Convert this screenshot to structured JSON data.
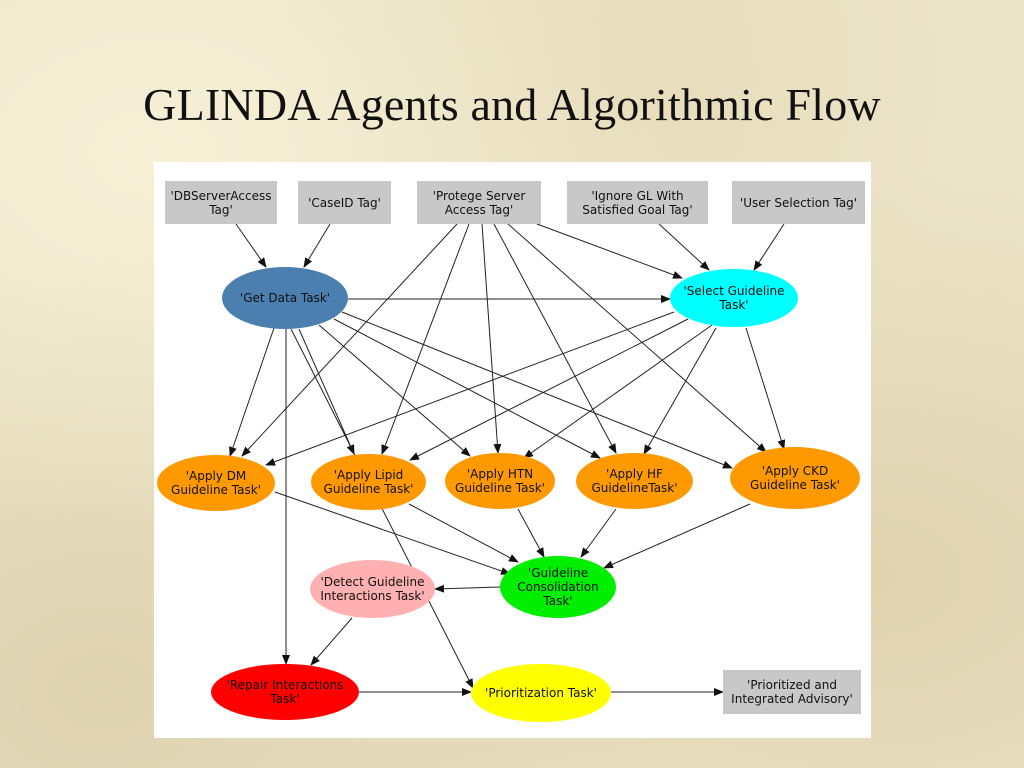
{
  "slide": {
    "title": "GLINDA Agents and Algorithmic Flow"
  },
  "nodes": {
    "dbserver_tag": {
      "label": "'DBServerAccess\nTag'",
      "color": "#c8c8c8"
    },
    "caseid_tag": {
      "label": "'CaseID Tag'",
      "color": "#c8c8c8"
    },
    "protege_tag": {
      "label": "'Protege Server\nAccess Tag'",
      "color": "#c8c8c8"
    },
    "ignore_gl_tag": {
      "label": "'Ignore GL With\nSatisfied Goal Tag'",
      "color": "#c8c8c8"
    },
    "user_selection_tag": {
      "label": "'User Selection Tag'",
      "color": "#c8c8c8"
    },
    "get_data": {
      "label": "'Get Data Task'",
      "color": "#4a7fb0"
    },
    "select_guideline": {
      "label": "'Select Guideline\nTask'",
      "color": "#00ffff"
    },
    "apply_dm": {
      "label": "'Apply DM\nGuideline Task'",
      "color": "#ff9900"
    },
    "apply_lipid": {
      "label": "'Apply Lipid\nGuideline Task'",
      "color": "#ff9900"
    },
    "apply_htn": {
      "label": "'Apply HTN\nGuideline Task'",
      "color": "#ff9900"
    },
    "apply_hf": {
      "label": "'Apply HF\nGuidelineTask'",
      "color": "#ff9900"
    },
    "apply_ckd": {
      "label": "'Apply CKD\nGuideline Task'",
      "color": "#ff9900"
    },
    "consolidation": {
      "label": "'Guideline\nConsolidation\nTask'",
      "color": "#00ee00"
    },
    "detect_interactions": {
      "label": "'Detect Guideline\nInteractions Task'",
      "color": "#ffb0b0"
    },
    "repair_interactions": {
      "label": "'Repair Interactions\nTask'",
      "color": "#ff0000"
    },
    "prioritization": {
      "label": "'Prioritization Task'",
      "color": "#ffff00"
    },
    "advisory": {
      "label": "'Prioritized and\nIntegrated Advisory'",
      "color": "#c8c8c8"
    }
  }
}
